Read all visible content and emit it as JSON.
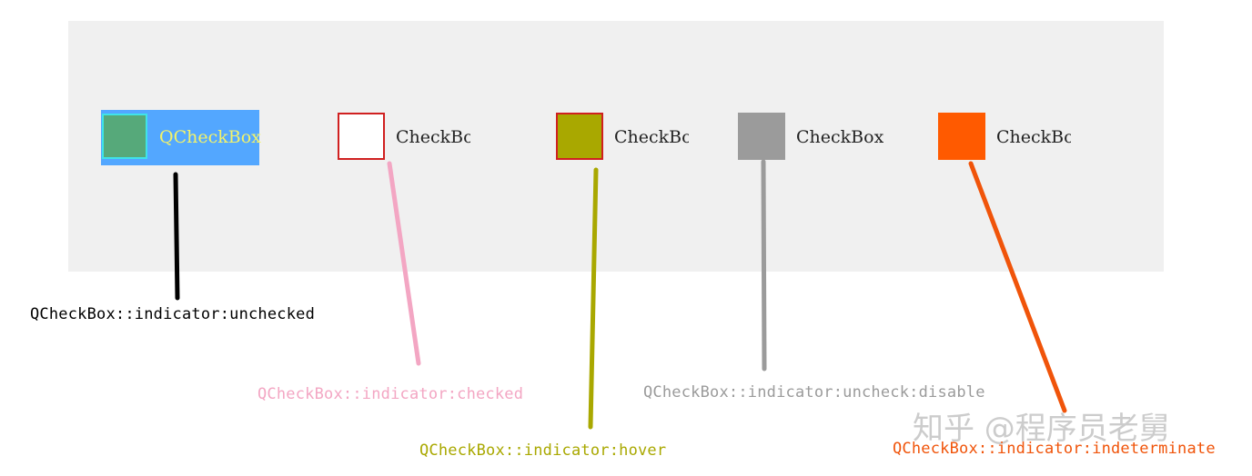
{
  "checkboxes": [
    {
      "label": "QCheckBox",
      "state": "unchecked",
      "box_fill": "#56a97a",
      "box_border": "#3fe3e8",
      "highlight_bg": "#53a7ff",
      "label_color": "#f3f36a"
    },
    {
      "label": "CheckBo",
      "state": "checked",
      "box_fill": "#ffffff",
      "box_border": "#d02020"
    },
    {
      "label": "CheckBo",
      "state": "hover",
      "box_fill": "#a9a800",
      "box_border": "#d02020"
    },
    {
      "label": "CheckBox",
      "state": "disabled",
      "box_fill": "#9b9b9b",
      "box_border": "#9b9b9b"
    },
    {
      "label": "CheckBo",
      "state": "indeterminate",
      "box_fill": "#ff5a00",
      "box_border": "#ff5a00"
    }
  ],
  "annotations": [
    {
      "text": "QCheckBox::indicator:unchecked",
      "color": "#000000"
    },
    {
      "text": "QCheckBox::indicator:checked",
      "color": "#f3a6c3"
    },
    {
      "text": "QCheckBox::indicator:hover",
      "color": "#a9a800"
    },
    {
      "text": "QCheckBox::indicator:uncheck:disable",
      "color": "#9b9b9b"
    },
    {
      "text": "QCheckBox::indicator:indeterminate",
      "color": "#f0540a"
    }
  ],
  "watermark": "知乎 @程序员老舅"
}
